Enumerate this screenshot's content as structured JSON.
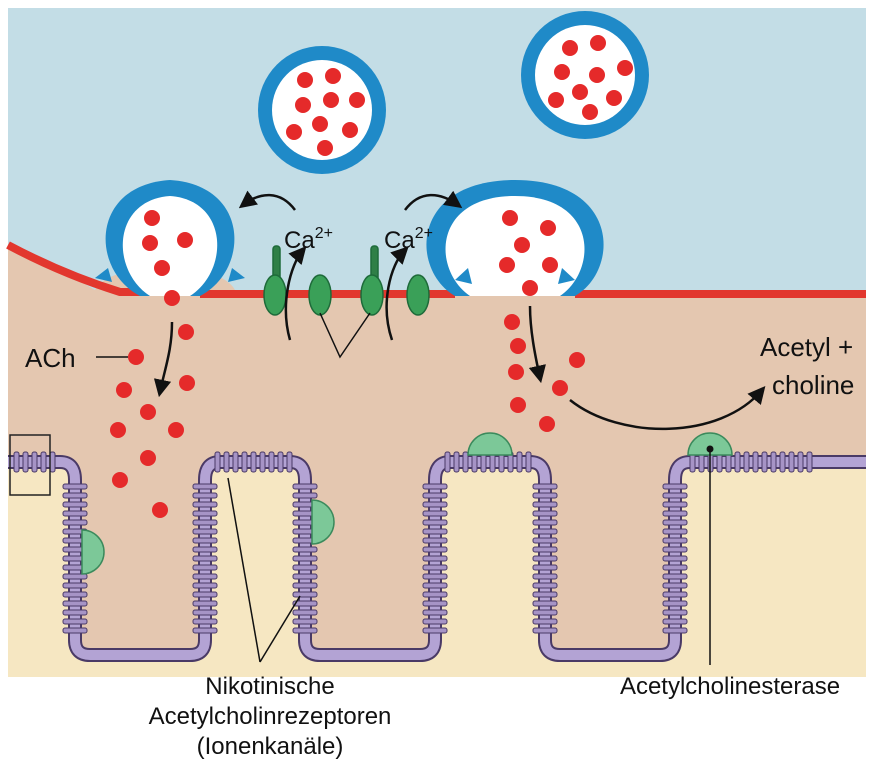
{
  "labels": {
    "ca_left": "Ca",
    "ca_right": "Ca",
    "ca_superscript": "2+",
    "ach": "ACh",
    "acetyl_line1": "Acetyl +",
    "acetyl_line2": "choline",
    "receptor_line1": "Nikotinische",
    "receptor_line2": "Acetylcholinrezeptoren",
    "receptor_line3": "(Ionenkanäle)",
    "enzyme": "Acetylcholinesterase"
  },
  "colors": {
    "presynaptic_cytoplasm": "#c3dde6",
    "synaptic_cleft": "#e4c7b0",
    "postsynaptic_cytoplasm": "#f6e7c2",
    "vesicle_membrane": "#1f8ac8",
    "acetylcholine": "#e52a2a",
    "presynaptic_membrane": "#e2372e",
    "ca_channel": "#3aa058",
    "receptor": "#a694c6",
    "esterase": "#7cc898"
  }
}
